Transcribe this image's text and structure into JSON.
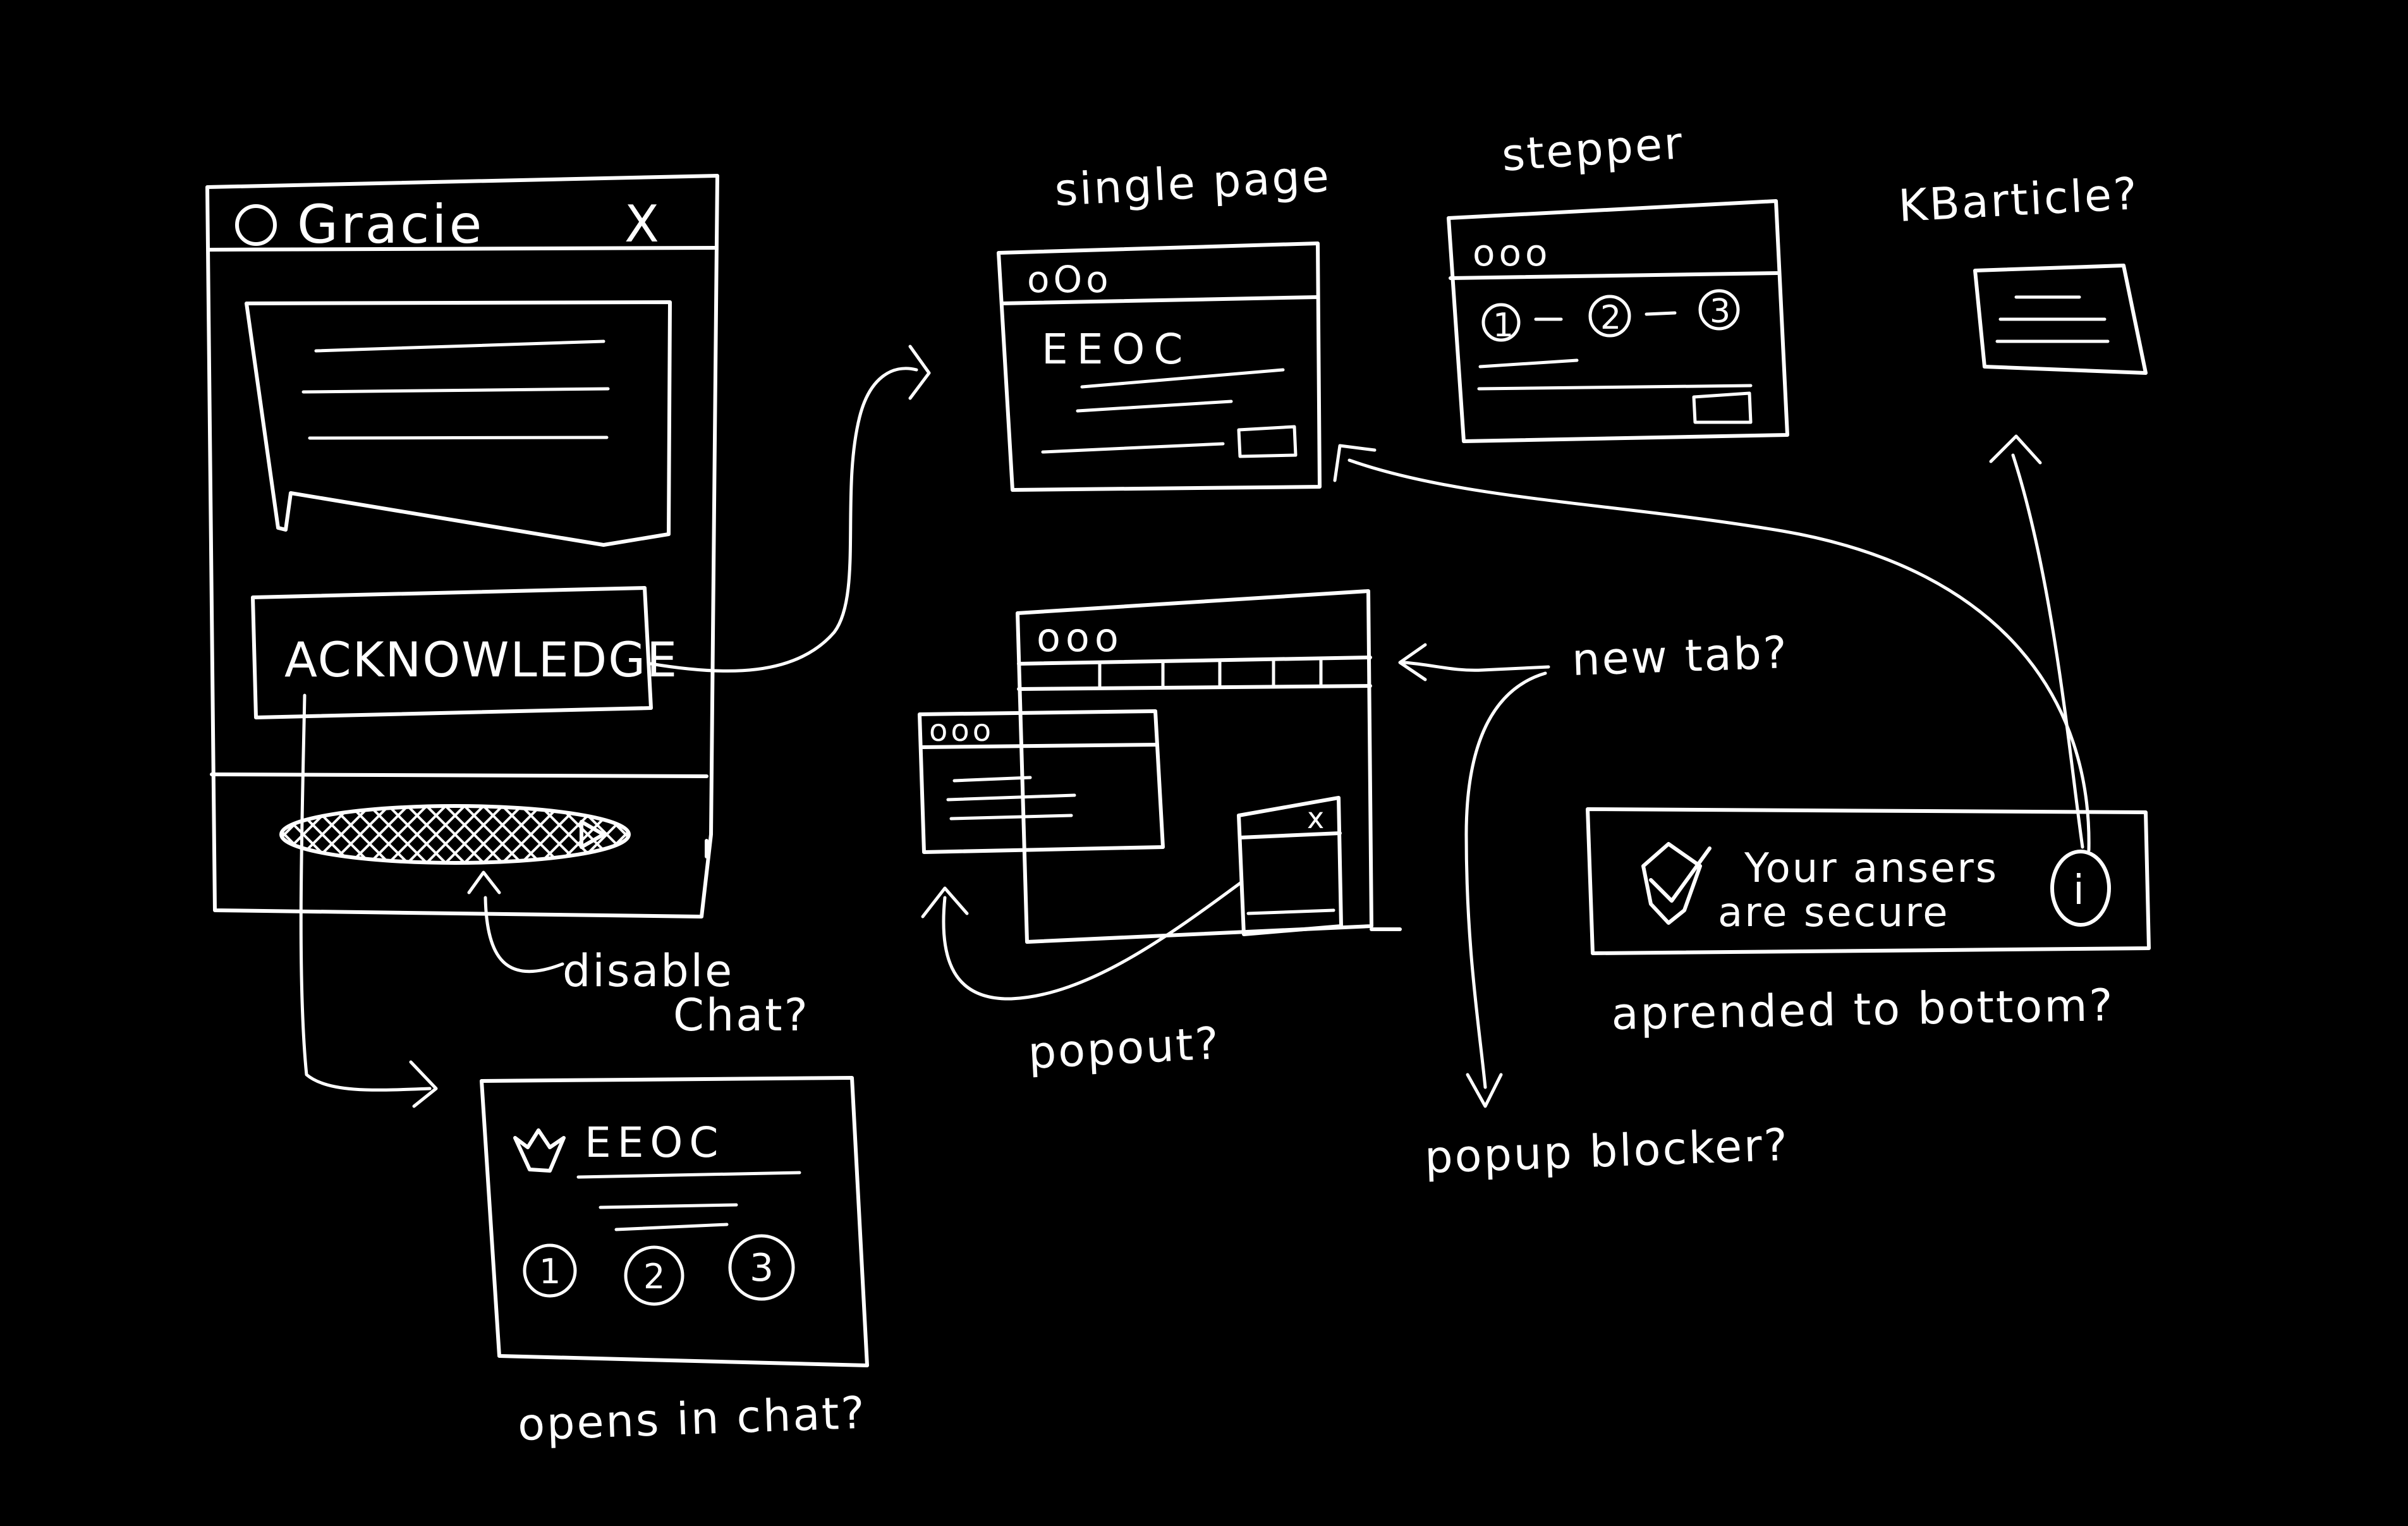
{
  "colors": {
    "background": "#000000",
    "ink": "#ffffff"
  },
  "chat_widget": {
    "title": "Gracie",
    "close_glyph": "X",
    "acknowledge_label": "ACKNOWLEDGE"
  },
  "single_page": {
    "caption": "single page",
    "window_dots": "oOo",
    "heading": "EEOC"
  },
  "stepper": {
    "caption": "stepper",
    "window_dots": "ooo",
    "steps": [
      "1",
      "2",
      "3"
    ]
  },
  "kb_article": {
    "caption": "KBarticle?"
  },
  "new_tab": {
    "window_dots": "ooo",
    "popup_dots": "ooo",
    "popup_close": "x",
    "caption": "new tab?"
  },
  "notes": {
    "disable_chat_line1": "disable",
    "disable_chat_line2": "Chat?",
    "popout": "popout?",
    "popup_blocker": "popup blocker?",
    "appended": "aprended to bottom?",
    "opens_in_chat": "opens in chat?"
  },
  "secure_banner": {
    "line1": "Your ansers",
    "line2": "are secure",
    "info_glyph": "i"
  },
  "chat_card": {
    "heading": "EEOC",
    "steps": [
      "1",
      "2",
      "3"
    ]
  }
}
